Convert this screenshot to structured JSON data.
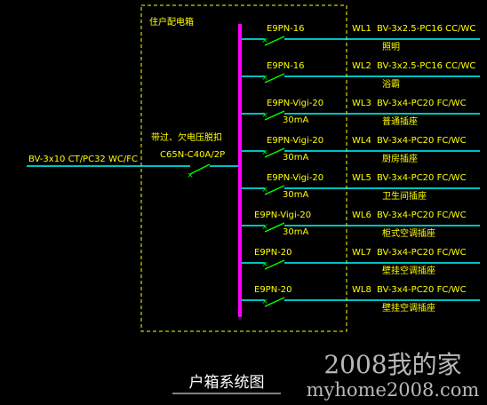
{
  "colors": {
    "background": "#000000",
    "busbar": "#ff00ff",
    "wire": "#00ffff",
    "breaker": "#00ff00",
    "text": "#ffff00",
    "box": "#ffff00",
    "caption": "#ffffff",
    "watermark": "#b8b8b8"
  },
  "box_label": "住户配电箱",
  "incoming": {
    "cable": "BV-3x10 CT/PC32 WC/FC",
    "breaker_desc": "带过、欠电压脱扣",
    "breaker_model": "C65N-C40A/2P"
  },
  "circuits": [
    {
      "id": "WL1",
      "breaker": "E9PN-16",
      "rcd": "",
      "cable": "BV-3x2.5-PC16 CC/WC",
      "name": "照明"
    },
    {
      "id": "WL2",
      "breaker": "E9PN-16",
      "rcd": "",
      "cable": "BV-3x2.5-PC16 CC/WC",
      "name": "浴霸"
    },
    {
      "id": "WL3",
      "breaker": "E9PN-Vigi-20",
      "rcd": "30mA",
      "cable": "BV-3x4-PC20 FC/WC",
      "name": "普通插座"
    },
    {
      "id": "WL4",
      "breaker": "E9PN-Vigi-20",
      "rcd": "30mA",
      "cable": "BV-3x4-PC20 FC/WC",
      "name": "厨房插座"
    },
    {
      "id": "WL5",
      "breaker": "E9PN-Vigi-20",
      "rcd": "30mA",
      "cable": "BV-3x4-PC20 FC/WC",
      "name": "卫生间插座"
    },
    {
      "id": "WL6",
      "breaker": "E9PN-Vigi-20",
      "rcd": "30mA",
      "cable": "BV-3x4-PC20 FC/WC",
      "name": "柜式空调插座"
    },
    {
      "id": "WL7",
      "breaker": "E9PN-20",
      "rcd": "",
      "cable": "BV-3x4-PC20 FC/WC",
      "name": "壁挂空调插座"
    },
    {
      "id": "WL8",
      "breaker": "E9PN-20",
      "rcd": "",
      "cable": "BV-3x4-PC20 FC/WC",
      "name": "壁挂空调插座"
    }
  ],
  "caption": "户箱系统图",
  "watermark": {
    "main": "2008我的家",
    "sub": "myhome2008.com"
  }
}
